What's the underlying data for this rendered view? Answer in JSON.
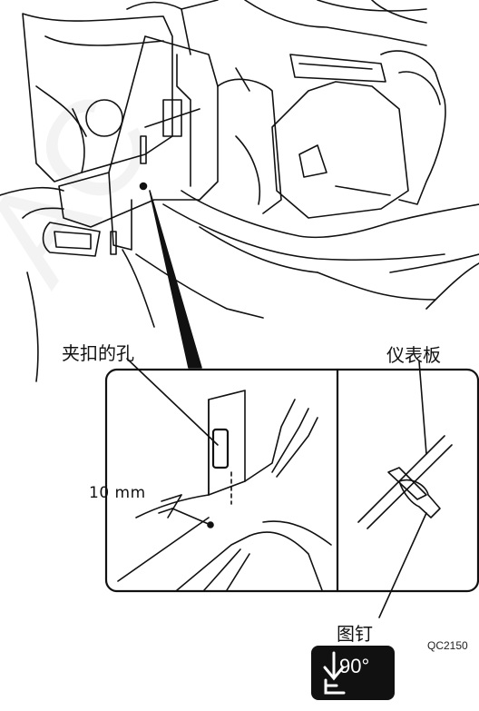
{
  "labels": {
    "clip_hole": "夹扣的孔",
    "instrument_panel": "仪表板",
    "distance": "10 mm",
    "pushpin": "图钉",
    "figure_code": "QC2150"
  },
  "badge": {
    "angle": "90°"
  },
  "colors": {
    "line": "#111111",
    "background": "#ffffff",
    "badge": "#111111"
  }
}
